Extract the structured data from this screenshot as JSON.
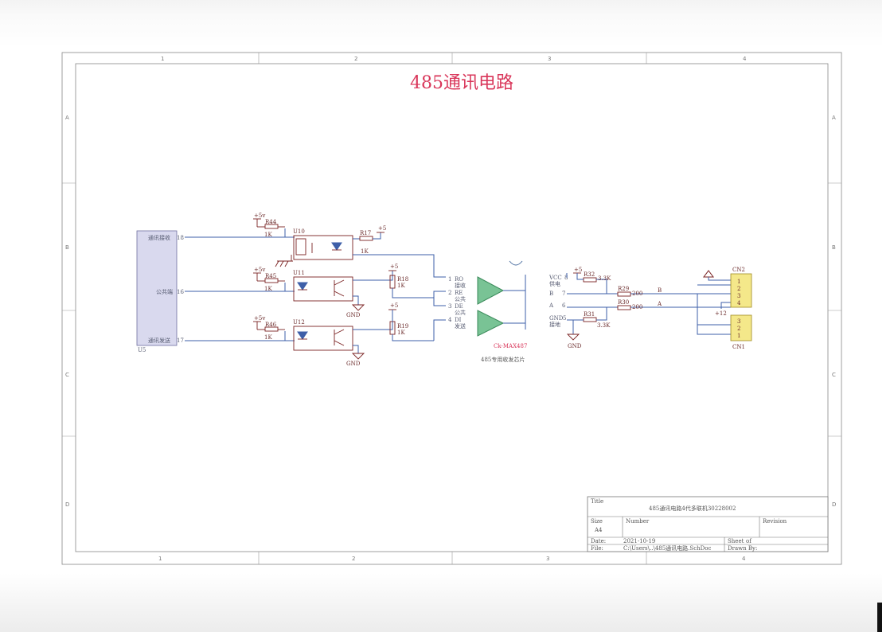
{
  "diagram": {
    "title": "485通讯电路",
    "grid": {
      "columns": [
        "1",
        "2",
        "3",
        "4"
      ],
      "rows": [
        "A",
        "B",
        "C",
        "D"
      ]
    },
    "u5": {
      "ref": "U5",
      "pins": [
        {
          "label": "通讯接收",
          "num": "18"
        },
        {
          "label": "公共端",
          "num": "16"
        },
        {
          "label": "通讯发送",
          "num": "17"
        }
      ]
    },
    "resistors": {
      "r44": {
        "ref": "R44",
        "value": "1K"
      },
      "r45": {
        "ref": "R45",
        "value": "1K"
      },
      "r46": {
        "ref": "R46",
        "value": "1K"
      },
      "r17": {
        "ref": "R17",
        "value": "1K"
      },
      "r18": {
        "ref": "R18",
        "value": "1K"
      },
      "r19": {
        "ref": "R19",
        "value": "1K"
      },
      "r29": {
        "ref": "R29",
        "value": "200"
      },
      "r30": {
        "ref": "R30",
        "value": "200"
      },
      "r31": {
        "ref": "R31",
        "value": "3.3K"
      },
      "r32": {
        "ref": "R32",
        "value": "3.3K"
      }
    },
    "optocouplers": [
      "U10",
      "U11",
      "U12"
    ],
    "power": {
      "v5_small": "+5v",
      "v5": "+5",
      "gnd": "GND",
      "v12": "+12"
    },
    "chip": {
      "name": "Ck-MAX487",
      "caption": "485专用收发芯片",
      "left_pins": [
        {
          "num": "1",
          "name": "RO",
          "desc": "接收"
        },
        {
          "num": "2",
          "name": "RE",
          "desc": "公共"
        },
        {
          "num": "3",
          "name": "DE",
          "desc": "公共"
        },
        {
          "num": "4",
          "name": "DI",
          "desc": "发送"
        }
      ],
      "right_pins": [
        {
          "name": "VCC",
          "num": "8",
          "desc": "供电"
        },
        {
          "name": "B",
          "num": "7"
        },
        {
          "name": "A",
          "num": "6"
        },
        {
          "name": "GND",
          "num": "5",
          "desc": "接地"
        }
      ]
    },
    "nets": {
      "b": "B",
      "a": "A"
    },
    "connectors": {
      "cn2": {
        "ref": "CN2",
        "pins": [
          "1",
          "2",
          "3",
          "4"
        ]
      },
      "cn1": {
        "ref": "CN1",
        "pins": [
          "3",
          "2",
          "1"
        ]
      }
    },
    "title_block": {
      "title_label": "Title",
      "title": "485通讯电路4代多联机30228002",
      "size_label": "Size",
      "size": "A4",
      "number_label": "Number",
      "revision_label": "Revision",
      "date_label": "Date:",
      "date": "2021-10-19",
      "file_label": "File:",
      "file": "C:\\Users\\..\\485通讯电路.SchDoc",
      "sheet_label": "Sheet",
      "of_label": "of",
      "drawn_label": "Drawn By:"
    },
    "colors": {
      "title": "#d9365a",
      "wire": "#3e5fa8",
      "component": "#7a2222",
      "u5_fill": "#d9d9ee",
      "connector_fill": "#f4e88a",
      "chip_triangle": "#4caf72"
    }
  }
}
